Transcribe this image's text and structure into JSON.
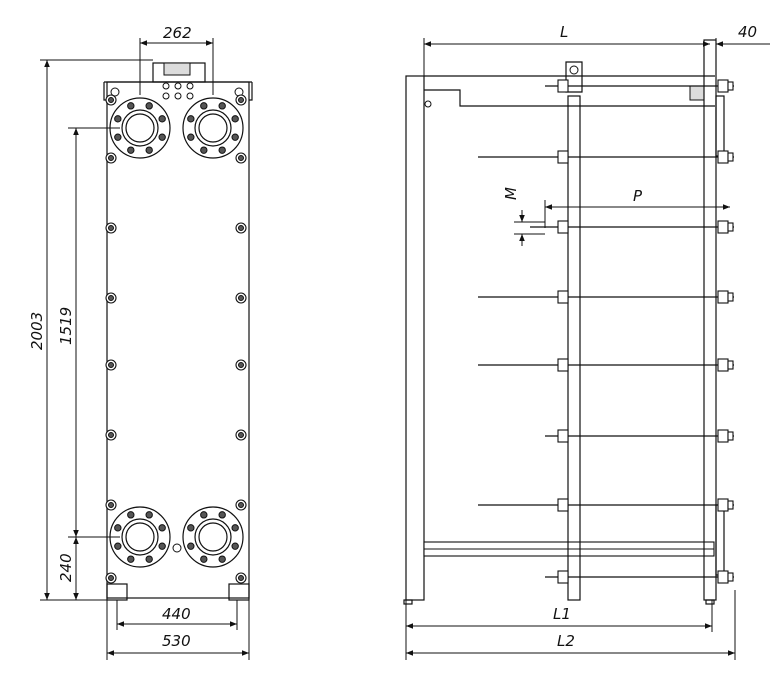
{
  "front_view": {
    "dimensions": {
      "port_spacing": "262",
      "total_height": "2003",
      "port_center_height": "1519",
      "bottom_port_height": "240",
      "foot_spacing": "440",
      "frame_width": "530"
    }
  },
  "side_view": {
    "dimensions": {
      "length": "L",
      "offset": "40",
      "thread": "M",
      "pitch": "P",
      "length_1": "L1",
      "length_2": "L2"
    }
  }
}
